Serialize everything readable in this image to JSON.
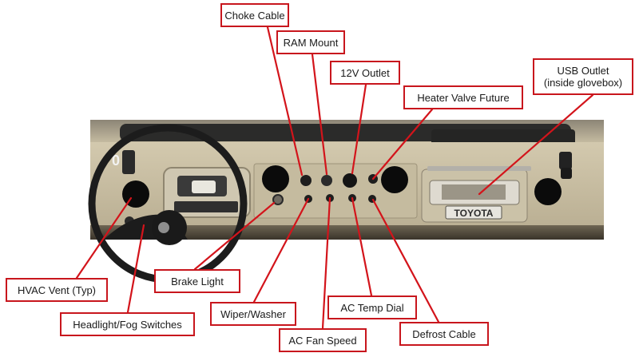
{
  "colors": {
    "callout_border": "#c8161d",
    "leader_line": "#d3141b",
    "dash_paint": "#c9bfa4",
    "steering_wheel": "#1c1c1c",
    "vent_hole": "#0b0b0b"
  },
  "photo": {
    "badge_text": "TOYOTA",
    "dial_number": "0"
  },
  "callouts": {
    "choke_cable": "Choke Cable",
    "ram_mount": "RAM Mount",
    "outlet_12v": "12V Outlet",
    "heater_valve": "Heater Valve Future",
    "usb_outlet_line1": "USB Outlet",
    "usb_outlet_line2": "(inside glovebox)",
    "hvac_vent": "HVAC Vent (Typ)",
    "headlight_fog": "Headlight/Fog Switches",
    "brake_light": "Brake Light",
    "wiper_washer": "Wiper/Washer",
    "ac_fan_speed": "AC Fan Speed",
    "ac_temp_dial": "AC Temp Dial",
    "defrost_cable": "Defrost Cable"
  }
}
